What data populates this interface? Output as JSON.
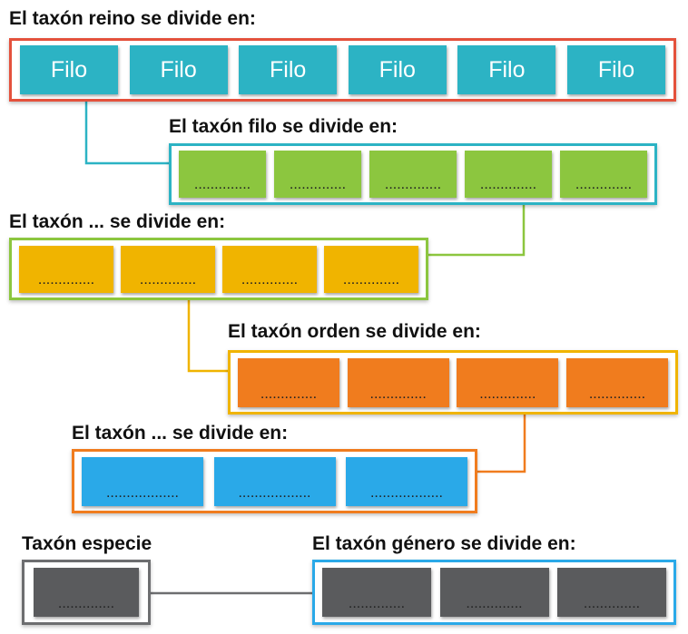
{
  "colors": {
    "reino": "#e4513c",
    "filo": "#2cb3c4",
    "clase": "#8cc63f",
    "orden": "#f0b400",
    "familia": "#f07c1e",
    "genero_cell": "#2aa9e8",
    "especie": "#6d6e70",
    "genero_frame": "#2aa9e8",
    "dark_cell": "#5a5b5d"
  },
  "levels": [
    {
      "heading": "El taxón reino se divide en:",
      "cells": [
        "Filo",
        "Filo",
        "Filo",
        "Filo",
        "Filo",
        "Filo"
      ]
    },
    {
      "heading": "El taxón filo se divide en:",
      "cells": [
        "..............",
        "..............",
        "..............",
        "..............",
        ".............."
      ]
    },
    {
      "heading": "El taxón ... se divide en:",
      "cells": [
        "..............",
        "..............",
        "..............",
        ".............."
      ]
    },
    {
      "heading": "El taxón orden se divide en:",
      "cells": [
        "..............",
        "..............",
        "..............",
        ".............."
      ]
    },
    {
      "heading": "El taxón ... se divide en:",
      "cells": [
        "..................",
        "..................",
        ".................."
      ]
    },
    {
      "heading": "El taxón género se divide en:",
      "cells": [
        "..............",
        "..............",
        ".............."
      ]
    }
  ],
  "especie": {
    "heading": "Taxón especie",
    "cell": ".............."
  }
}
